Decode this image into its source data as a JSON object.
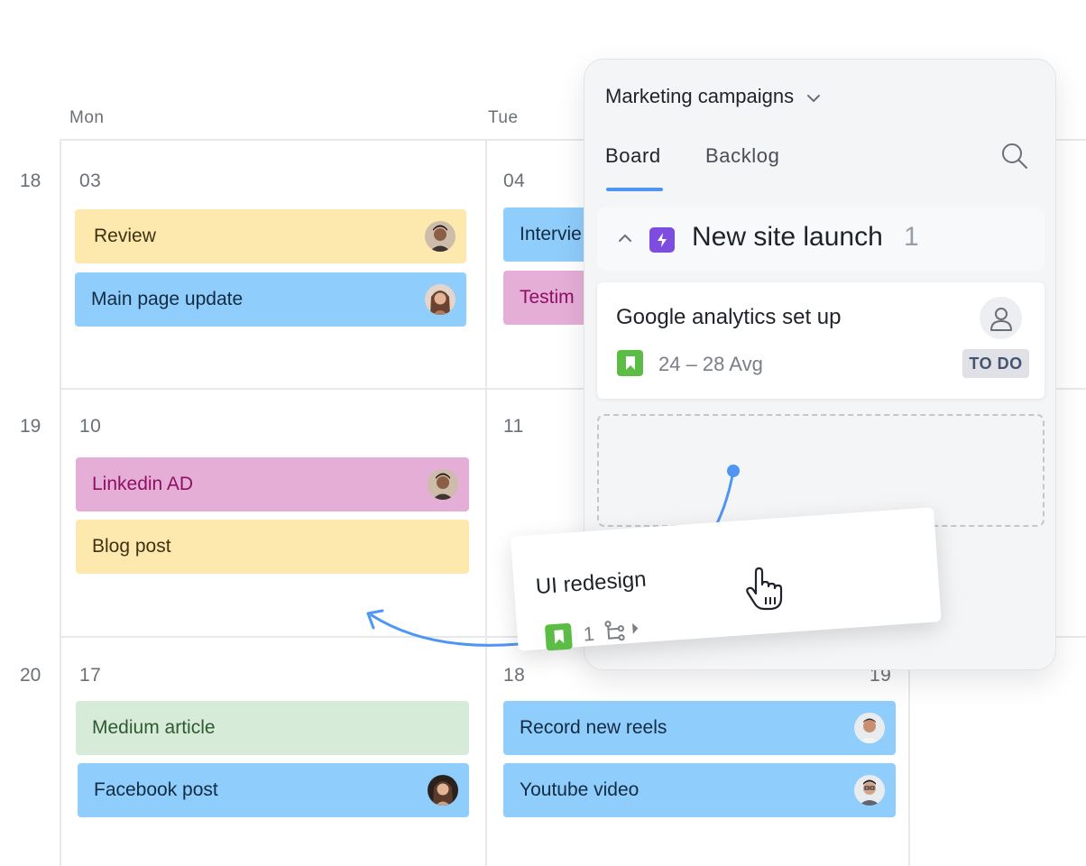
{
  "calendar": {
    "days": [
      "Mon",
      "Tue"
    ],
    "weeks": [
      {
        "num": "18",
        "dates": [
          "03",
          "04"
        ]
      },
      {
        "num": "19",
        "dates": [
          "10",
          "11"
        ]
      },
      {
        "num": "20",
        "dates": [
          "17",
          "18",
          "19"
        ]
      }
    ],
    "events": {
      "review": "Review",
      "main_page_update": "Main page update",
      "interview": "Intervie",
      "testimonial": "Testim",
      "linkedin_ad": "Linkedin AD",
      "blog_post": "Blog post",
      "medium_article": "Medium article",
      "facebook_post": "Facebook post",
      "record_new_reels": "Record new reels",
      "youtube_video": "Youtube video"
    }
  },
  "panel": {
    "project_title": "Marketing campaigns",
    "tabs": [
      "Board",
      "Backlog"
    ],
    "active_tab": "Board",
    "group": {
      "name": "New site launch",
      "count": "1"
    },
    "task": {
      "title": "Google analytics set up",
      "dates": "24 – 28 Avg",
      "status": "TO DO"
    }
  },
  "dragged_card": {
    "title": "UI redesign",
    "subtask_count": "1"
  },
  "colors": {
    "yellow": "#fde9ae",
    "blue": "#8fcdfc",
    "pink": "#e4aed7",
    "green": "#d6ebd8",
    "accent_blue": "#4f95f4",
    "tag_green": "#5bbd45",
    "purple": "#7c4dde"
  }
}
